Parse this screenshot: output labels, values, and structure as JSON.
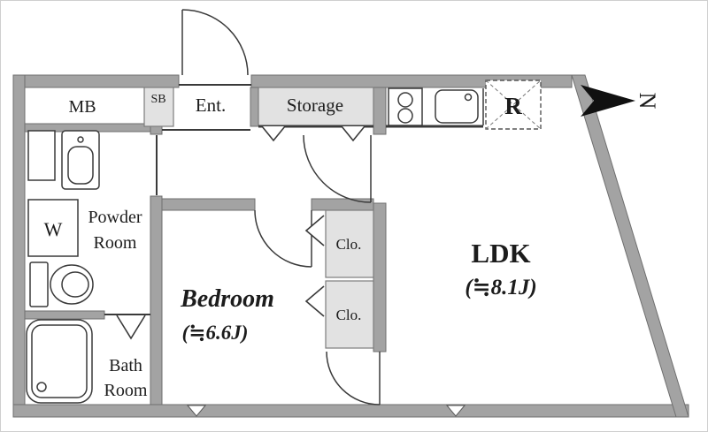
{
  "floorplan": {
    "colors": {
      "wall": "#a3a3a3",
      "wall_edge": "#6f6f6f",
      "shade": "#e2e2e2",
      "line": "#3a3a3a",
      "background": "#ffffff"
    },
    "rooms": {
      "meter_box": {
        "label": "MB"
      },
      "shoe_box": {
        "label": "SB"
      },
      "entrance": {
        "label": "Ent."
      },
      "storage": {
        "label": "Storage"
      },
      "refrigerator_space": {
        "label": "R"
      },
      "ldk": {
        "label": "LDK",
        "size": "(≒8.1J)"
      },
      "bedroom": {
        "label": "Bedroom",
        "size": "(≒6.6J)"
      },
      "closet_upper": {
        "label": "Clo."
      },
      "closet_lower": {
        "label": "Clo."
      },
      "powder_room": {
        "label_line1": "Powder",
        "label_line2": "Room"
      },
      "washer": {
        "label": "W"
      },
      "bath_room": {
        "label_line1": "Bath",
        "label_line2": "Room"
      }
    },
    "compass": {
      "label": "N"
    }
  }
}
